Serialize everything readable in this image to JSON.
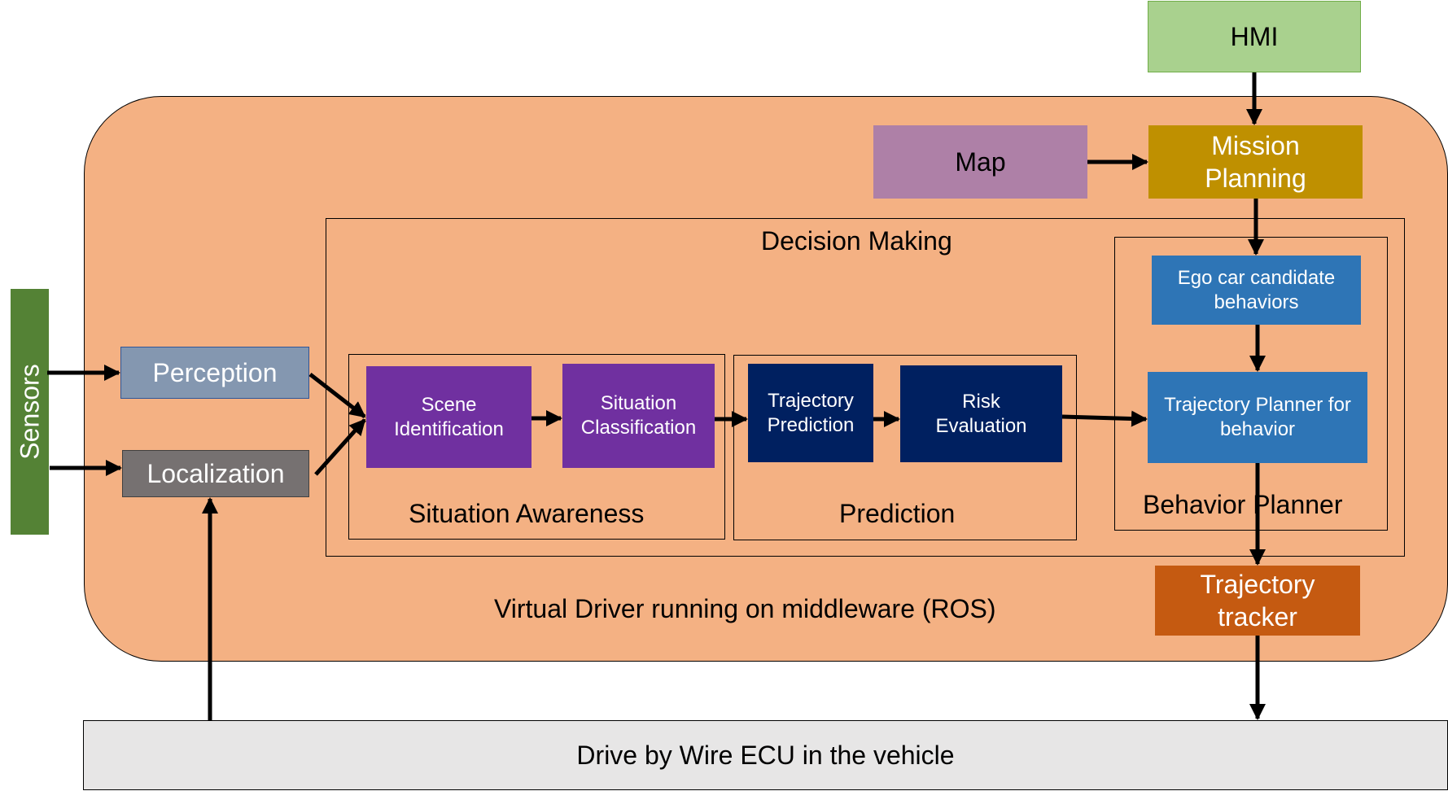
{
  "colors": {
    "middleware_bg": "#f4b183",
    "hmi": "#a9d18e",
    "map": "#ae80a7",
    "mission": "#bf9000",
    "sensors": "#548235",
    "perception": "#8497b0",
    "localization": "#767171",
    "situation": "#7030a0",
    "prediction": "#002060",
    "behavior": "#2e75b6",
    "tracker": "#c55a11",
    "ecu": "#e7e6e6"
  },
  "labels": {
    "hmi": "HMI",
    "map": "Map",
    "mission_planning": "Mission Planning",
    "decision_making": "Decision Making",
    "sensors": "Sensors",
    "perception": "Perception",
    "localization": "Localization",
    "scene_identification": "Scene Identification",
    "situation_classification": "Situation Classification",
    "situation_awareness": "Situation Awareness",
    "trajectory_prediction": "Trajectory Prediction",
    "risk_evaluation": "Risk Evaluation",
    "prediction": "Prediction",
    "ego_candidate": "Ego car candidate behaviors",
    "trajectory_planner": "Trajectory Planner for behavior",
    "behavior_planner": "Behavior Planner",
    "trajectory_tracker": "Trajectory tracker",
    "middleware": "Virtual Driver running on middleware (ROS)",
    "ecu": "Drive by Wire ECU in the vehicle"
  }
}
